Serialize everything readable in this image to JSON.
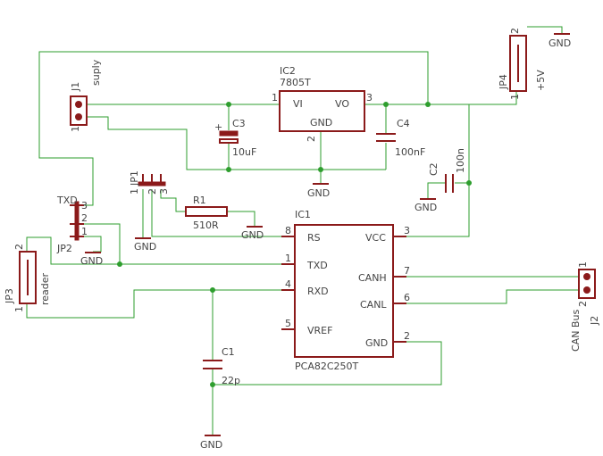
{
  "colors": {
    "wire": "#2e9e2e",
    "part": "#8b1a1a",
    "text": "#444444",
    "background": "#ffffff"
  },
  "labels": {
    "gnd": "GND",
    "j1": {
      "name": "J1",
      "value": "suply",
      "pin1": "1"
    },
    "jp1": {
      "name": "JP1",
      "pin1": "1",
      "pin2": "2",
      "pin3": "3"
    },
    "jp2": {
      "name": "JP2",
      "value": "TXD",
      "pin1": "1",
      "pin2": "2",
      "pin3": "3"
    },
    "jp3": {
      "name": "JP3",
      "value": "reader",
      "pin1": "1",
      "pin2": "2"
    },
    "jp4": {
      "name": "JP4",
      "value": "+5V",
      "pin1": "1",
      "pin2": "2"
    },
    "j2": {
      "name": "J2",
      "value": "CAN Bus",
      "pin1": "1",
      "pin2": "2"
    },
    "ic2": {
      "name": "IC2",
      "value": "7805T",
      "pin_vi": "VI",
      "pin_vo": "VO",
      "pin_gnd": "GND",
      "num1": "1",
      "num2": "2",
      "num3": "3"
    },
    "c3": {
      "name": "C3",
      "value": "10uF"
    },
    "c4": {
      "name": "C4",
      "value": "100nF"
    },
    "c2": {
      "name": "C2",
      "value": "100n"
    },
    "c1": {
      "name": "C1",
      "value": "22p"
    },
    "r1": {
      "name": "R1",
      "value": "510R"
    },
    "ic1": {
      "name": "IC1",
      "value": "PCA82C250T",
      "pin_rs": "RS",
      "pin_txd": "TXD",
      "pin_rxd": "RXD",
      "pin_vref": "VREF",
      "pin_vcc": "VCC",
      "pin_canh": "CANH",
      "pin_canl": "CANL",
      "pin_gnd": "GND",
      "n8": "8",
      "n1": "1",
      "n4": "4",
      "n5": "5",
      "n3": "3",
      "n7": "7",
      "n6": "6",
      "n2": "2"
    }
  }
}
